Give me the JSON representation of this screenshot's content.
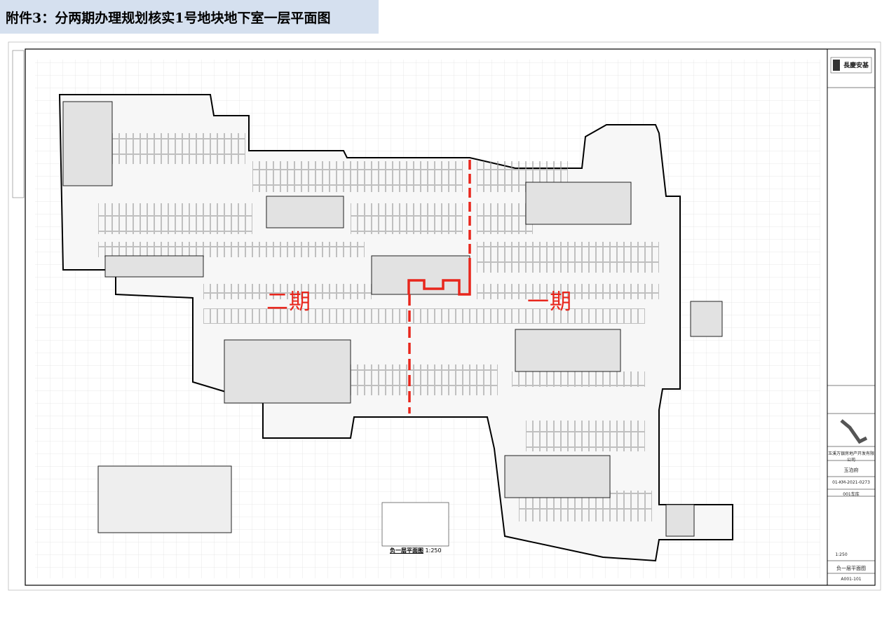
{
  "header": {
    "title": "附件3：分两期办理规划核实1号地块地下室一层平面图"
  },
  "plan": {
    "phase_labels": {
      "phase2": "二期",
      "phase1": "一期"
    },
    "boundary_color": "#e8261c",
    "drawing_title": "负一层平面图",
    "drawing_scale": "1:250"
  },
  "title_block": {
    "firm_logo": "長慶安基",
    "client": "玉溪万银房地产开发有限公司",
    "project": "玉泊府",
    "project_no": "01-KM-2021-0273",
    "sub_project": "001车库",
    "scale": "1:250",
    "sheet_title": "负一层平面图",
    "sheet_no": "A001-101"
  }
}
